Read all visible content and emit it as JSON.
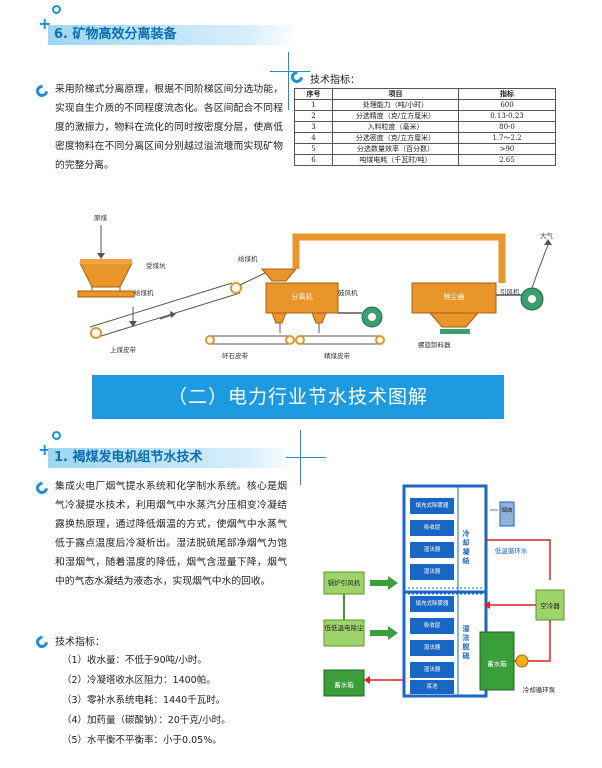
{
  "section1": {
    "title": "6. 矿物高效分离装备",
    "description": "采用阶梯式分离原理，根据不同阶梯区间分选功能，实现自生介质的不同程度流态化。各区间配合不同程度的激振力，物料在流化的同时按密度分层，使高低密度物料在不同分离区间分别越过溢流堰而实现矿物的完整分离。",
    "spec_title": "技术指标：",
    "table": {
      "headers": [
        "序号",
        "项目",
        "指标"
      ],
      "rows": [
        [
          "1",
          "处理能力（吨/小时）",
          "600"
        ],
        [
          "2",
          "分选精度（克/立方厘米）",
          "0.13-0.23"
        ],
        [
          "3",
          "入料粒度（毫米）",
          "80-0"
        ],
        [
          "4",
          "分选密度（克/立方厘米）",
          "1.7～2.2"
        ],
        [
          "5",
          "分选数量效率（百分数）",
          ">90"
        ],
        [
          "6",
          "吨煤电耗（千瓦时/吨）",
          "2.65"
        ]
      ]
    },
    "diagram": {
      "raw_coal": "原煤",
      "hopper": "受煤坑",
      "feeder1": "给煤机",
      "feeder2": "给煤机",
      "belt_up": "上煤皮带",
      "separator": "分离机",
      "fan1": "鼓风机",
      "dust": "除尘器",
      "fan2": "引风机",
      "air": "大气",
      "gangue_belt": "矸石皮带",
      "clean_belt": "精煤皮带",
      "screw": "螺旋卸料器"
    }
  },
  "banner": "（二）电力行业节水技术图解",
  "section2": {
    "title": "1. 褐煤发电机组节水技术",
    "description": "集成火电厂烟气提水系统和化学制水系统。核心是烟气冷凝提水技术，利用烟气中水蒸汽分压相变冷凝结露换热原理，通过降低烟温的方式，使烟气中水蒸气低于露点温度后冷凝析出。湿法脱硫尾部净烟气为饱和湿烟气，随着温度的降低，烟气含湿量下降，烟气中的气态水凝结为液态水，实现烟气中水的回收。",
    "spec_title": "技术指标：",
    "indicators": [
      "（1）收水量：不低于90吨/小时。",
      "（2）冷凝塔收水区阻力：1400帕。",
      "（3）零补水系统电耗：1440千瓦时。",
      "（4）加药量（碳酸钠）：20千克/小时。",
      "（5）水平衡不平衡率：小于0.05%。"
    ],
    "diagram": {
      "tower_items": [
        "填充式除雾器",
        "吸收层",
        "湿法器",
        "湿法器"
      ],
      "tower_items2": [
        "填充式除雾器",
        "吸收层",
        "湿法器",
        "湿法器",
        "浆池"
      ],
      "tower_label1": "冷却凝结",
      "tower_label2": "湿法脱硫",
      "chimney": "烟囱",
      "low_temp_loop": "低温循环水",
      "fan": "锅炉引风机",
      "esp": "低低温电除尘",
      "storage1": "蓄水箱",
      "storage2": "蓄水箱",
      "cooler": "空冷器",
      "pump": "冷却循环泵"
    }
  }
}
